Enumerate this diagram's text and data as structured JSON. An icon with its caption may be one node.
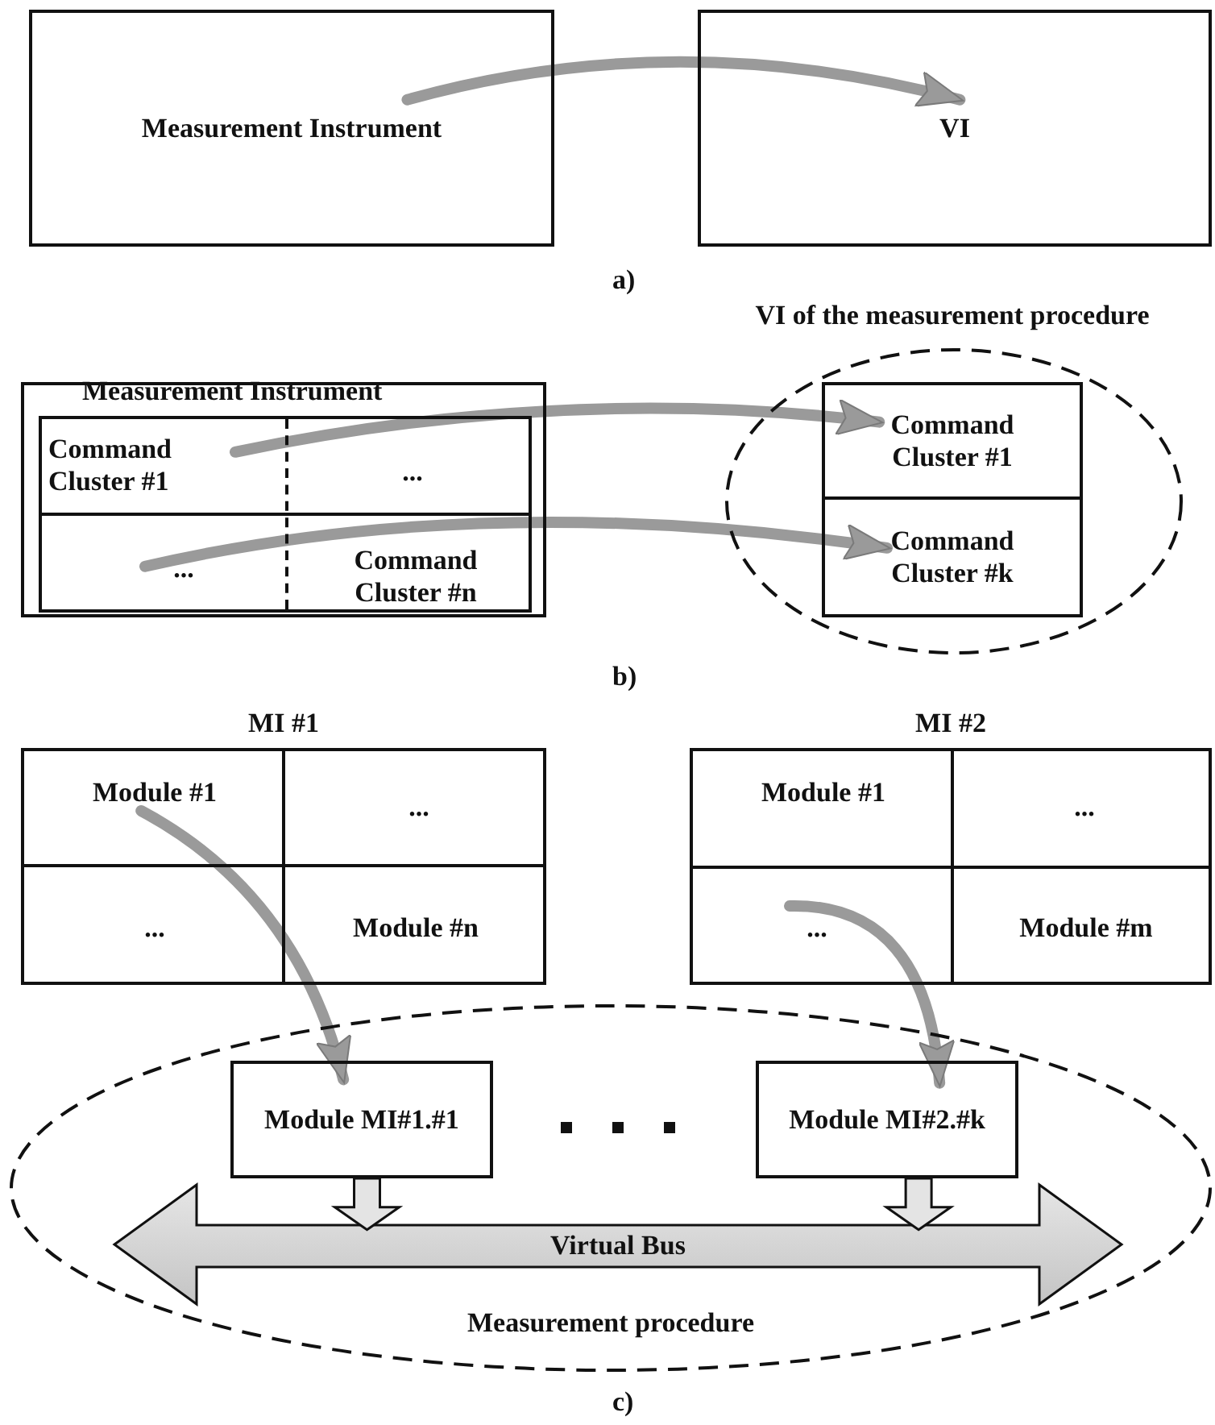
{
  "diagram": {
    "nodes": [
      {
        "text": [
          "Measurement Instrument"
        ]
      },
      {
        "text": [
          "VI"
        ]
      },
      {
        "text": [
          "Measurement Instrument"
        ]
      },
      {
        "text": [],
        "shape": "box",
        "in": 2
      },
      {
        "text": [
          "Command Cluster #1"
        ],
        "in": 3
      },
      {
        "text": [
          "..."
        ],
        "in": 3
      },
      {
        "text": [
          "..."
        ],
        "in": 3
      },
      {
        "text": [
          "Command Cluster #n"
        ],
        "in": 3
      },
      {
        "text": [
          "VI of the measurement procedure"
        ]
      },
      {
        "text": [
          "Command Cluster #1"
        ],
        "in": 8
      },
      {
        "text": [
          "Command Cluster #k"
        ],
        "in": 8
      },
      {
        "text": [
          "MI #1"
        ]
      },
      {
        "text": [
          "Module #1"
        ],
        "in": 11
      },
      {
        "text": [
          "..."
        ],
        "in": 11
      },
      {
        "text": [
          "..."
        ],
        "in": 11
      },
      {
        "text": [
          "Module #n"
        ],
        "in": 11
      },
      {
        "text": [
          "MI #2"
        ]
      },
      {
        "text": [
          "Module #1"
        ],
        "in": 16
      },
      {
        "text": [
          "..."
        ],
        "in": 16
      },
      {
        "text": [
          "..."
        ],
        "in": 16
      },
      {
        "text": [
          "Module #m"
        ],
        "in": 16
      },
      {
        "text": [
          "Measurement procedure"
        ]
      },
      {
        "text": [
          "Module MI#1.#1"
        ],
        "in": 21
      },
      {
        "text": [
          "Module MI#2.#k"
        ],
        "in": 21
      },
      {
        "text": [
          "Virtual Bus"
        ],
        "in": 21
      }
    ],
    "edges": [
      {
        "from": 0,
        "to": 1,
        "arrow": "to"
      },
      {
        "from": 4,
        "to": 9,
        "arrow": "to"
      },
      {
        "from": 6,
        "to": 10,
        "arrow": "to"
      },
      {
        "from": 12,
        "to": 22,
        "arrow": "to"
      },
      {
        "from": 19,
        "to": 23,
        "arrow": "to"
      },
      {
        "from": 22,
        "to": 24,
        "arrow": "to",
        "style": "thick"
      },
      {
        "from": 23,
        "to": 24,
        "arrow": "to",
        "style": "thick"
      }
    ],
    "labels": [
      "a)",
      "b)",
      "c)"
    ]
  }
}
